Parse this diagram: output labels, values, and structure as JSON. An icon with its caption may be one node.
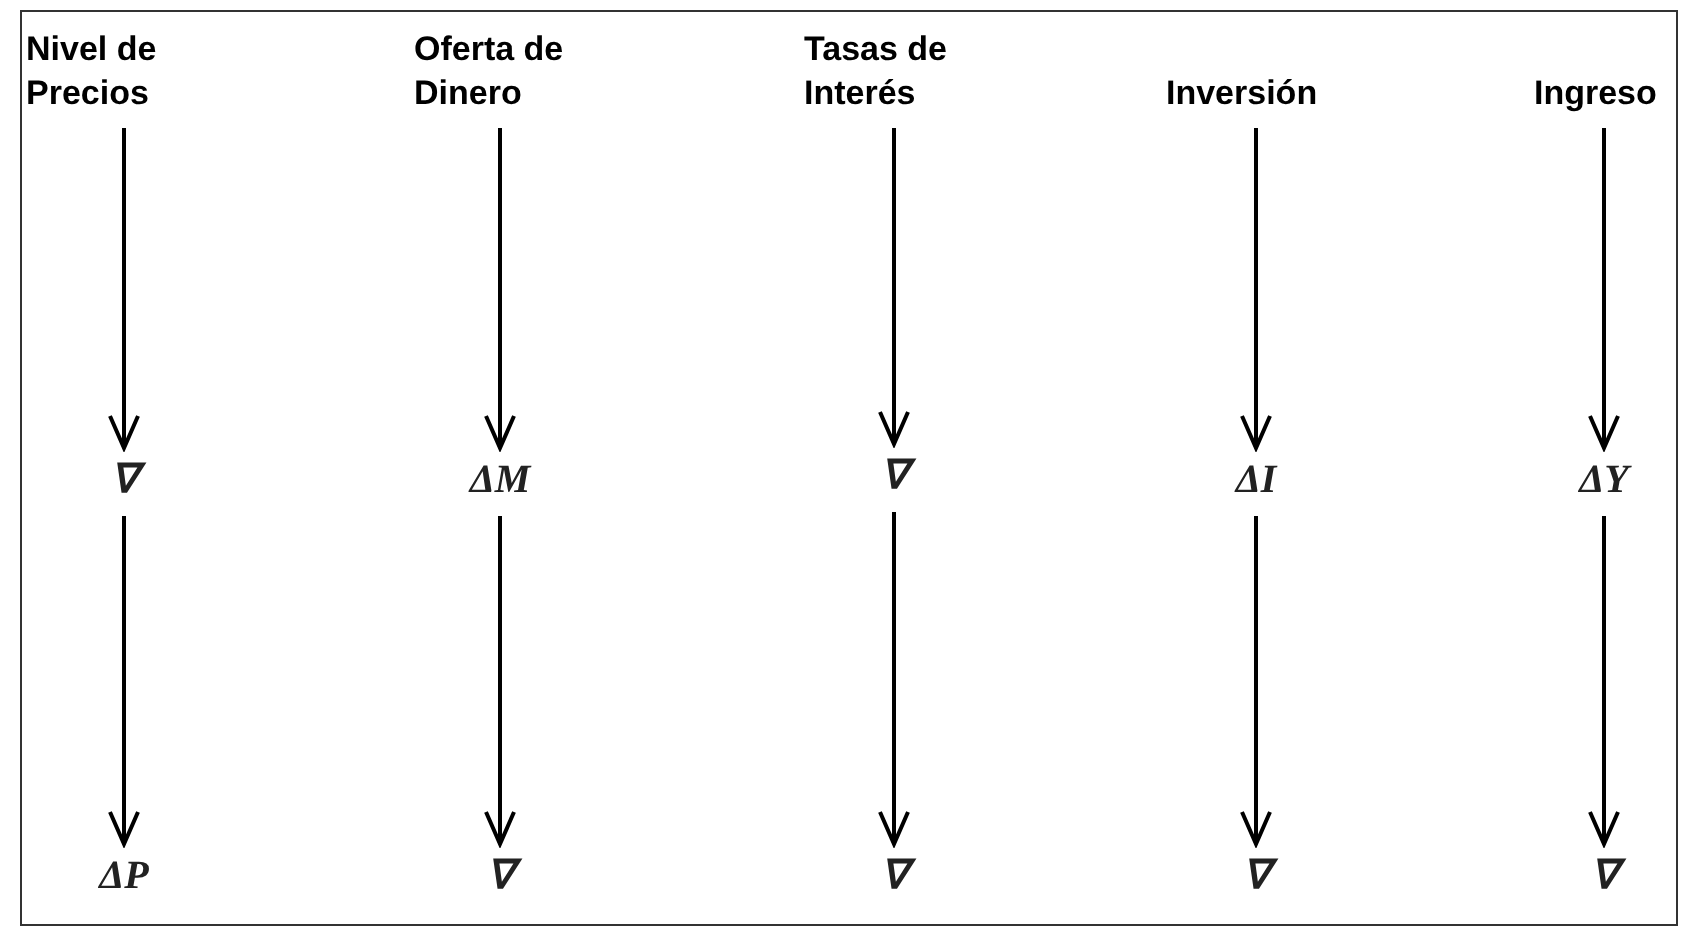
{
  "diagram": {
    "nodes": [
      {
        "text": [
          "Nivel de Precios"
        ]
      },
      {
        "text": [
          "Oferta de Dinero"
        ]
      },
      {
        "text": [
          "Tasas de Interés"
        ]
      },
      {
        "text": [
          "Inversión"
        ]
      },
      {
        "text": [
          "Ingreso"
        ]
      },
      {
        "text": [
          "∇"
        ]
      },
      {
        "text": [
          "ΔM"
        ]
      },
      {
        "text": [
          "∇"
        ]
      },
      {
        "text": [
          "ΔI"
        ]
      },
      {
        "text": [
          "ΔY"
        ]
      },
      {
        "text": [
          "ΔP"
        ]
      },
      {
        "text": [
          "∇"
        ]
      },
      {
        "text": [
          "∇"
        ]
      },
      {
        "text": [
          "∇"
        ]
      },
      {
        "text": [
          "∇"
        ]
      }
    ],
    "edges": [
      {
        "from": 0,
        "to": 5,
        "arrow": "to"
      },
      {
        "from": 1,
        "to": 6,
        "arrow": "to"
      },
      {
        "from": 2,
        "to": 7,
        "arrow": "to"
      },
      {
        "from": 3,
        "to": 8,
        "arrow": "to"
      },
      {
        "from": 4,
        "to": 9,
        "arrow": "to"
      },
      {
        "from": 5,
        "to": 10,
        "arrow": "to"
      },
      {
        "from": 6,
        "to": 11,
        "arrow": "to"
      },
      {
        "from": 7,
        "to": 12,
        "arrow": "to"
      },
      {
        "from": 8,
        "to": 13,
        "arrow": "to"
      },
      {
        "from": 9,
        "to": 14,
        "arrow": "to"
      }
    ]
  }
}
